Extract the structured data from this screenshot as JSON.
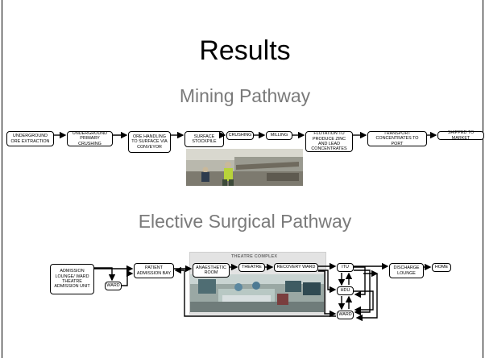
{
  "slide": {
    "title": "Results",
    "mining_heading": "Mining Pathway",
    "surgical_heading": "Elective Surgical Pathway"
  },
  "mining": {
    "steps": [
      "UNDERGROUND ORE EXTRACTION",
      "UNDERGROUND PRIMARY CRUSHING",
      "ORE HANDLING TO SURFACE VIA CONVEYOR",
      "SURFACE STOCKPILE",
      "CRUSHING",
      "MILLING",
      "FLOTATION TO PRODUCE ZINC AND LEAD CONCENTRATES",
      "TRANSPORT CONCENTRATES TO PORT",
      "SHIPPED TO MARKET"
    ],
    "photo_icon": "mine-worker-photo"
  },
  "surgical": {
    "complex_label": "THEATRE COMPLEX",
    "admission": "ADMISSION LOUNGE/ WARD THEATRE ADMISSION UNIT",
    "ward_left": "WARD",
    "patient_bay": "PATIENT ADMISSION BAY",
    "anaesthetic": "ANAESTHETIC ROOM",
    "theatre": "THEATRE",
    "recovery": "RECOVERY WARD",
    "itu": "ITU",
    "hdu": "HDU",
    "ward_right": "WARD",
    "discharge": "DISCHARGE LOUNGE",
    "home": "HOME",
    "photo_icon": "operating-theatre-photo"
  },
  "colors": {
    "border": "#000000",
    "subtitle": "#7a7a7a",
    "complex_bg": "#e3e3e3"
  }
}
